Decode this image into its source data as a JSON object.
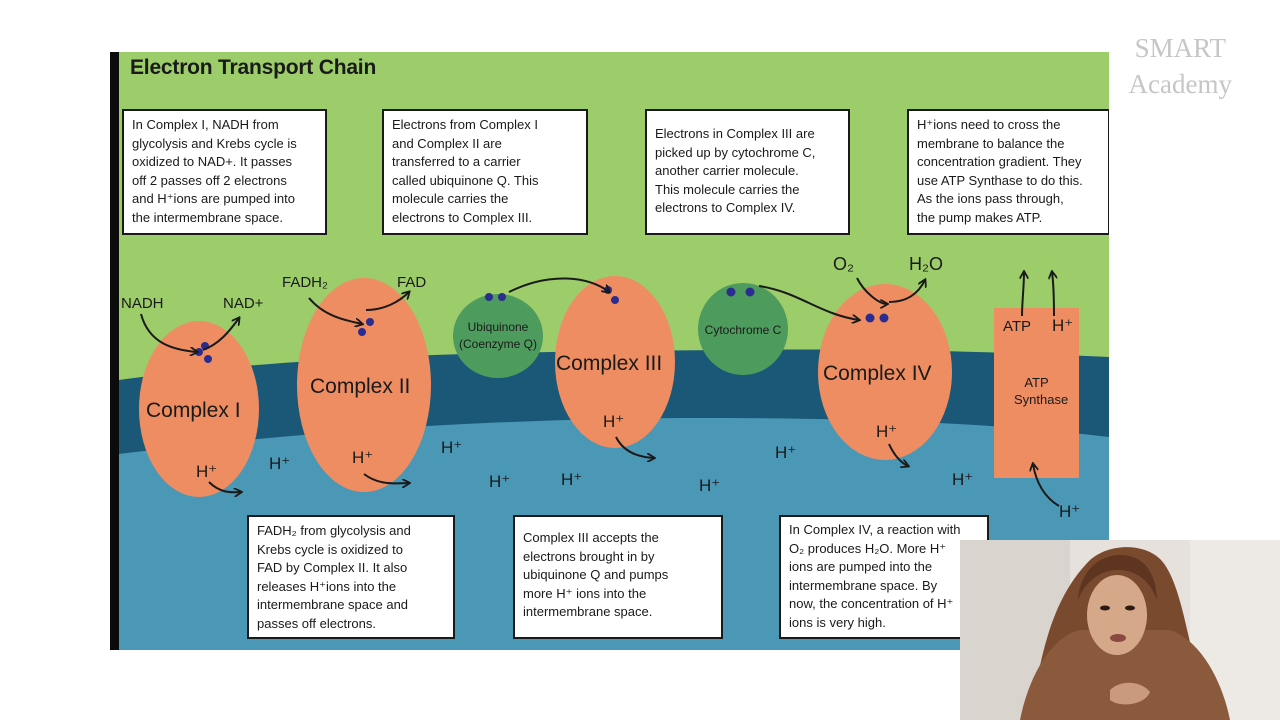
{
  "watermark": {
    "line1": "SMART",
    "line2": "Academy"
  },
  "diagram": {
    "title": "Electron Transport Chain",
    "boxes": {
      "top1": "In Complex I, NADH from\nglycolysis and Krebs cycle is\noxidized to NAD+. It passes\noff 2 passes off 2 electrons\nand H⁺ions are pumped into\nthe intermembrane space.",
      "top2": "Electrons from Complex I\nand Complex II are\ntransferred to a carrier\ncalled ubiquinone Q. This\nmolecule carries the\nelectrons to Complex III.",
      "top3": "Electrons in Complex III are\npicked up by cytochrome C,\nanother carrier molecule.\nThis molecule carries the\nelectrons to Complex IV.",
      "top4": "H⁺ions need to cross the\nmembrane to balance the\nconcentration gradient. They\nuse ATP Synthase to do this.\nAs the ions pass through,\nthe pump makes ATP.",
      "bottom1": "FADH₂ from glycolysis and\nKrebs cycle is oxidized to\nFAD by Complex II. It also\nreleases H⁺ions into the\nintermembrane space and\npasses off electrons.",
      "bottom2": "Complex III accepts the\nelectrons brought in by\nubiquinone Q and pumps\nmore H⁺ ions into the\nintermembrane space.",
      "bottom3": "In Complex IV, a reaction with\nO₂ produces H₂O. More H⁺\nions are pumped into the\nintermembrane space. By\nnow, the concentration of H⁺\nions is very high."
    },
    "complexes": {
      "c1": "Complex I",
      "c2": "Complex II",
      "c3": "Complex III",
      "c4": "Complex IV",
      "atp_synthase": "ATP\nSynthase"
    },
    "carriers": {
      "ubiquinone": "Ubiquinone\n(Coenzyme Q)",
      "cytochrome": "Cytochrome C"
    },
    "molecules": {
      "nadh": "NADH",
      "nad": "NAD+",
      "fadh2": "FADH₂",
      "fad": "FAD",
      "o2": "O₂",
      "h2o": "H₂O",
      "atp": "ATP"
    },
    "ion": "H⁺",
    "colors": {
      "intermembrane": "#9ccd6a",
      "membrane": "#1b5877",
      "matrix": "#4b97b6",
      "complex": "#ef8d62",
      "carrier": "#4e9b5e",
      "electron": "#2a2c8f"
    }
  }
}
